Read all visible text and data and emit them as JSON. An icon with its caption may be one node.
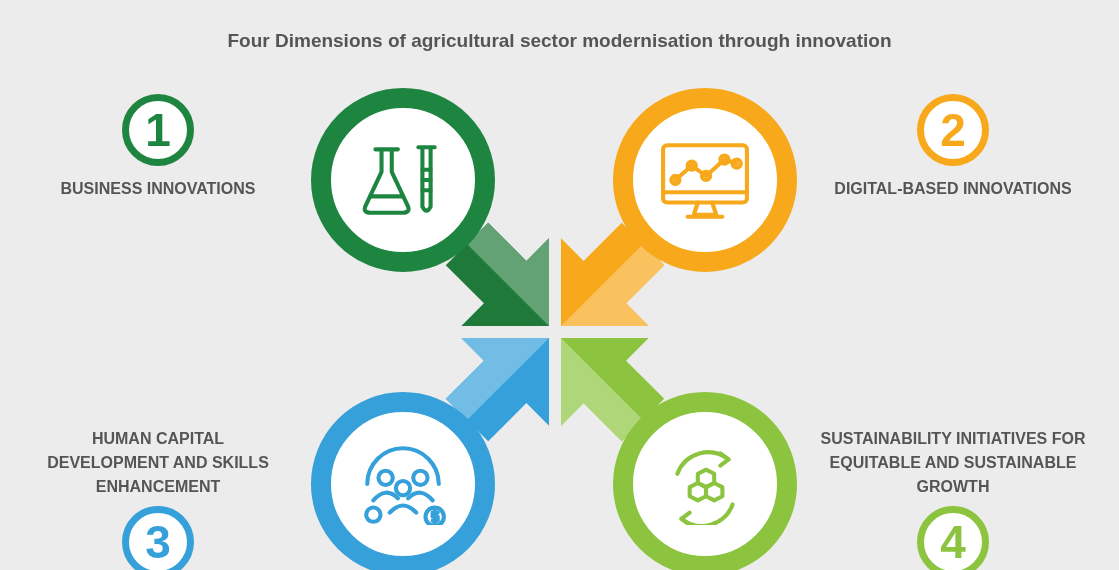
{
  "diagram": {
    "title": "Four Dimensions of agricultural sector modernisation through innovation",
    "nodes": [
      {
        "text": [
          "1"
        ],
        "beside": [
          "BUSINESS INNOVATIONS"
        ]
      },
      {
        "text": [],
        "shape": "circle"
      },
      {
        "text": [],
        "shape": "circle"
      },
      {
        "text": [
          "2"
        ],
        "beside": [
          "DIGITAL-BASED INNOVATIONS"
        ]
      },
      {
        "text": [],
        "shape": "circle"
      },
      {
        "text": [],
        "shape": "circle"
      },
      {
        "text": [
          "3"
        ],
        "beside": [
          "HUMAN CAPITAL DEVELOPMENT AND SKILLS ENHANCEMENT"
        ]
      },
      {
        "text": [
          "4"
        ],
        "beside": [
          "SUSTAINABILITY INITIATIVES FOR EQUITABLE AND SUSTAINABLE GROWTH"
        ]
      }
    ],
    "edges": [
      {
        "from": 1,
        "to": null,
        "arrow": "to",
        "color": "#1f7a3a"
      },
      {
        "from": 2,
        "to": null,
        "arrow": "to",
        "color": "#f7a81b"
      },
      {
        "from": 4,
        "to": null,
        "arrow": "to",
        "color": "#35a0da"
      },
      {
        "from": 5,
        "to": null,
        "arrow": "to",
        "color": "#8cc43f"
      }
    ]
  }
}
